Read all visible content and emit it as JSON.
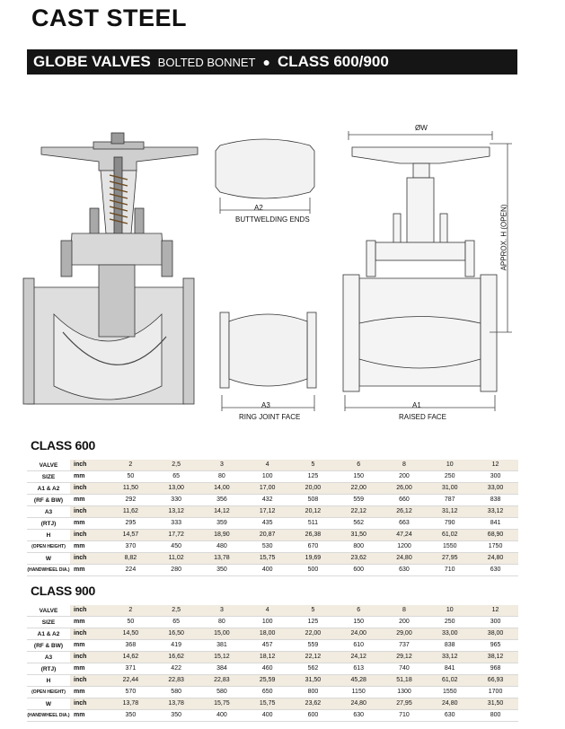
{
  "header": {
    "title": "CAST STEEL",
    "banner_part1": "GLOBE VALVES",
    "banner_part2": "BOLTED BONNET",
    "banner_bullet": "●",
    "banner_part3": "CLASS 600/900"
  },
  "drawings": {
    "buttwelding_dim": "A2",
    "buttwelding_caption": "BUTTWELDING ENDS",
    "ringjoint_dim": "A3",
    "ringjoint_caption": "RING JOINT FACE",
    "raised_dim": "A1",
    "raised_caption": "RAISED FACE",
    "handwheel_dim": "ØW",
    "height_dim": "APPROX. H (OPEN)"
  },
  "tables": [
    {
      "heading": "CLASS 600",
      "rows": [
        {
          "label": "VALVE",
          "sub": "",
          "unit": "inch",
          "values": [
            "2",
            "2,5",
            "3",
            "4",
            "5",
            "6",
            "8",
            "10",
            "12"
          ]
        },
        {
          "label": "SIZE",
          "sub": "",
          "unit": "mm",
          "values": [
            "50",
            "65",
            "80",
            "100",
            "125",
            "150",
            "200",
            "250",
            "300"
          ]
        },
        {
          "label": "A1 & A2",
          "sub": "",
          "unit": "inch",
          "values": [
            "11,50",
            "13,00",
            "14,00",
            "17,00",
            "20,00",
            "22,00",
            "26,00",
            "31,00",
            "33,00"
          ]
        },
        {
          "label": "(RF & BW)",
          "sub": "",
          "unit": "mm",
          "values": [
            "292",
            "330",
            "356",
            "432",
            "508",
            "559",
            "660",
            "787",
            "838"
          ]
        },
        {
          "label": "A3",
          "sub": "",
          "unit": "inch",
          "values": [
            "11,62",
            "13,12",
            "14,12",
            "17,12",
            "20,12",
            "22,12",
            "26,12",
            "31,12",
            "33,12"
          ]
        },
        {
          "label": "(RTJ)",
          "sub": "",
          "unit": "mm",
          "values": [
            "295",
            "333",
            "359",
            "435",
            "511",
            "562",
            "663",
            "790",
            "841"
          ]
        },
        {
          "label": "H",
          "sub": "",
          "unit": "inch",
          "values": [
            "14,57",
            "17,72",
            "18,90",
            "20,87",
            "26,38",
            "31,50",
            "47,24",
            "61,02",
            "68,90"
          ]
        },
        {
          "label": "(OPEN HEIGHT)",
          "sub": "",
          "unit": "mm",
          "values": [
            "370",
            "450",
            "480",
            "530",
            "670",
            "800",
            "1200",
            "1550",
            "1750"
          ]
        },
        {
          "label": "W",
          "sub": "",
          "unit": "inch",
          "values": [
            "8,82",
            "11,02",
            "13,78",
            "15,75",
            "19,69",
            "23,62",
            "24,80",
            "27,95",
            "24,80"
          ]
        },
        {
          "label": "(HANDWHEEL DIA.)",
          "sub": "",
          "unit": "mm",
          "values": [
            "224",
            "280",
            "350",
            "400",
            "500",
            "600",
            "630",
            "710",
            "630"
          ]
        }
      ]
    },
    {
      "heading": "CLASS 900",
      "rows": [
        {
          "label": "VALVE",
          "sub": "",
          "unit": "inch",
          "values": [
            "2",
            "2,5",
            "3",
            "4",
            "5",
            "6",
            "8",
            "10",
            "12"
          ]
        },
        {
          "label": "SIZE",
          "sub": "",
          "unit": "mm",
          "values": [
            "50",
            "65",
            "80",
            "100",
            "125",
            "150",
            "200",
            "250",
            "300"
          ]
        },
        {
          "label": "A1 & A2",
          "sub": "",
          "unit": "inch",
          "values": [
            "14,50",
            "16,50",
            "15,00",
            "18,00",
            "22,00",
            "24,00",
            "29,00",
            "33,00",
            "38,00"
          ]
        },
        {
          "label": "(RF & BW)",
          "sub": "",
          "unit": "mm",
          "values": [
            "368",
            "419",
            "381",
            "457",
            "559",
            "610",
            "737",
            "838",
            "965"
          ]
        },
        {
          "label": "A3",
          "sub": "",
          "unit": "inch",
          "values": [
            "14,62",
            "16,62",
            "15,12",
            "18,12",
            "22,12",
            "24,12",
            "29,12",
            "33,12",
            "38,12"
          ]
        },
        {
          "label": "(RTJ)",
          "sub": "",
          "unit": "mm",
          "values": [
            "371",
            "422",
            "384",
            "460",
            "562",
            "613",
            "740",
            "841",
            "968"
          ]
        },
        {
          "label": "H",
          "sub": "",
          "unit": "inch",
          "values": [
            "22,44",
            "22,83",
            "22,83",
            "25,59",
            "31,50",
            "45,28",
            "51,18",
            "61,02",
            "66,93"
          ]
        },
        {
          "label": "(OPEN HEIGHT)",
          "sub": "",
          "unit": "mm",
          "values": [
            "570",
            "580",
            "580",
            "650",
            "800",
            "1150",
            "1300",
            "1550",
            "1700"
          ]
        },
        {
          "label": "W",
          "sub": "",
          "unit": "inch",
          "values": [
            "13,78",
            "13,78",
            "15,75",
            "15,75",
            "23,62",
            "24,80",
            "27,95",
            "24,80",
            "31,50"
          ]
        },
        {
          "label": "(HANDWHEEL DIA.)",
          "sub": "",
          "unit": "mm",
          "values": [
            "350",
            "350",
            "400",
            "400",
            "600",
            "630",
            "710",
            "630",
            "800"
          ]
        }
      ]
    }
  ]
}
